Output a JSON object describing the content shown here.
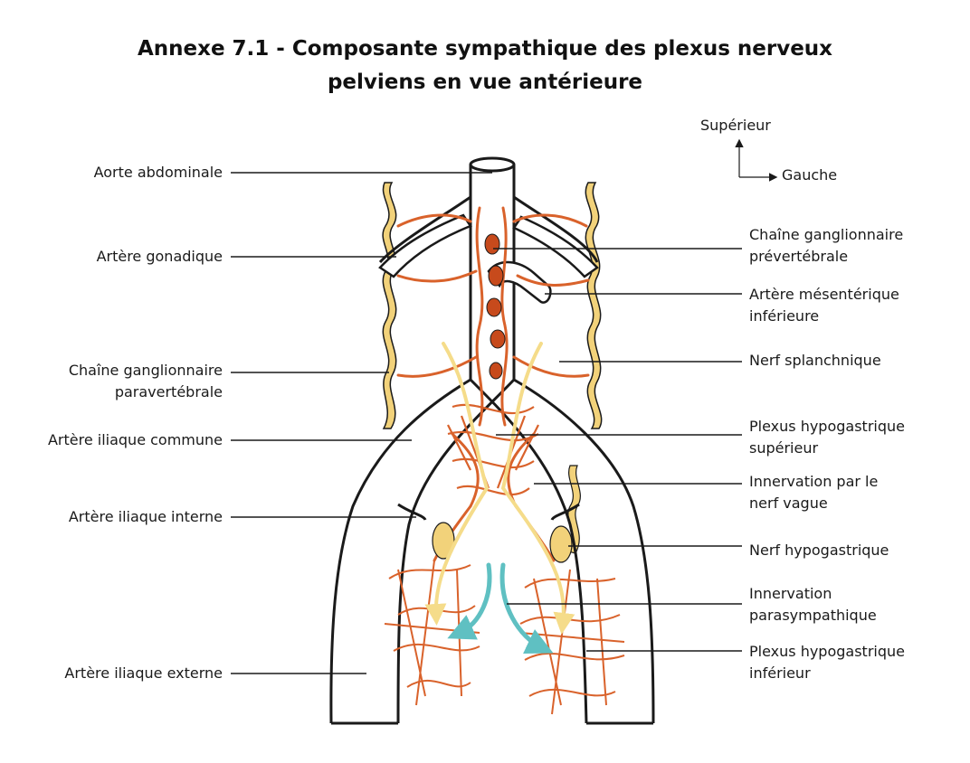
{
  "title": {
    "line1": "Annexe 7.1 - Composante sympathique des plexus nerveux",
    "line2": "pelviens en vue antérieure"
  },
  "orientation": {
    "up": "Supérieur",
    "right": "Gauche"
  },
  "labels_left": [
    {
      "lines": [
        "Aorte abdominale"
      ]
    },
    {
      "lines": [
        "Artère gonadique"
      ]
    },
    {
      "lines": [
        "Chaîne ganglionnaire",
        "paravertébrale"
      ]
    },
    {
      "lines": [
        "Artère iliaque commune"
      ]
    },
    {
      "lines": [
        "Artère iliaque interne"
      ]
    },
    {
      "lines": [
        "Artère iliaque externe"
      ]
    }
  ],
  "labels_right": [
    {
      "lines": [
        "Chaîne ganglionnaire",
        "prévertébrale"
      ]
    },
    {
      "lines": [
        "Artère mésentérique",
        "inférieure"
      ]
    },
    {
      "lines": [
        "Nerf splanchnique"
      ]
    },
    {
      "lines": [
        "Plexus hypogastrique",
        "supérieur"
      ]
    },
    {
      "lines": [
        "Innervation par le",
        "nerf vague"
      ]
    },
    {
      "lines": [
        "Nerf hypogastrique"
      ]
    },
    {
      "lines": [
        "Innervation",
        "parasympathique"
      ]
    },
    {
      "lines": [
        "Plexus hypogastrique",
        "inférieur"
      ]
    }
  ],
  "colors": {
    "nerve": "#d9622b",
    "ganglion": "#f2d27a",
    "vagus_arrow": "#f5dc8a",
    "parasympathetic_arrow": "#5fc0c2",
    "outline": "#1a1a1a"
  }
}
